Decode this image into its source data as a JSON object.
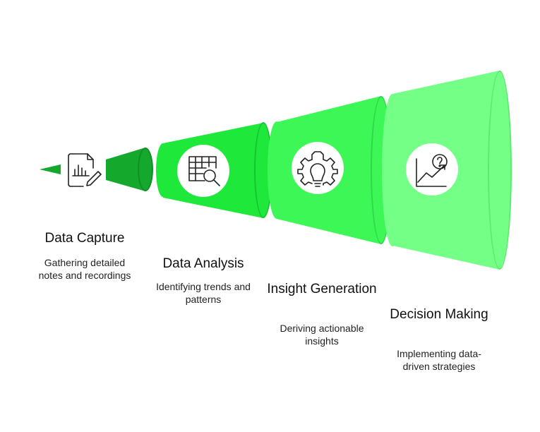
{
  "stages": [
    {
      "title": "Data Capture",
      "description": "Gathering detailed notes and recordings",
      "icon": "notes-chart-pen-icon",
      "color": "#14a82c"
    },
    {
      "title": "Data Analysis",
      "description": "Identifying trends and patterns",
      "icon": "table-magnifier-icon",
      "color": "#1ee83a"
    },
    {
      "title": "Insight Generation",
      "description": "Deriving actionable insights",
      "icon": "gear-lightbulb-icon",
      "color": "#3cf755"
    },
    {
      "title": "Decision Making",
      "description": "Implementing data-driven strategies",
      "icon": "chart-question-icon",
      "color": "#74ff86"
    }
  ]
}
